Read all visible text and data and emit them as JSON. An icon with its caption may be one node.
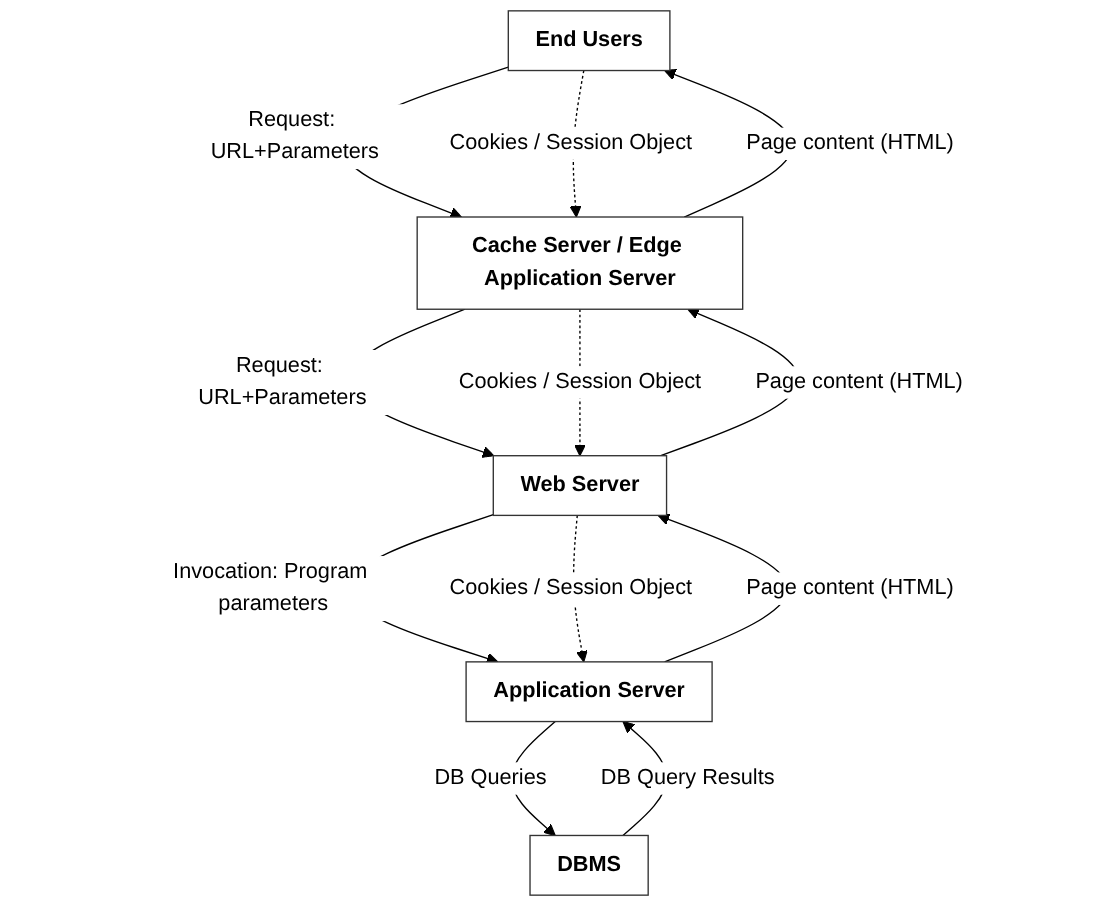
{
  "diagram": {
    "nodes": [
      {
        "text": [
          "End Users"
        ]
      },
      {
        "text": [
          "Cache Server / Edge Application Server"
        ]
      },
      {
        "text": [
          "Web Server"
        ]
      },
      {
        "text": [
          "Application Server"
        ]
      },
      {
        "text": [
          "DBMS"
        ]
      }
    ],
    "edges": [
      {
        "from": 0,
        "to": 1,
        "arrow": "to",
        "label": "Request: URL+Parameters"
      },
      {
        "from": 0,
        "to": 1,
        "arrow": "to",
        "label": "Cookies / Session Object",
        "style": "dashed"
      },
      {
        "from": 1,
        "to": 0,
        "arrow": "to",
        "label": "Page content (HTML)"
      },
      {
        "from": 1,
        "to": 2,
        "arrow": "to",
        "label": "Request: URL+Parameters"
      },
      {
        "from": 1,
        "to": 2,
        "arrow": "to",
        "label": "Cookies / Session Object",
        "style": "dashed"
      },
      {
        "from": 2,
        "to": 1,
        "arrow": "to",
        "label": "Page content (HTML)"
      },
      {
        "from": 2,
        "to": 3,
        "arrow": "to",
        "label": "Invocation: Program parameters"
      },
      {
        "from": 2,
        "to": 3,
        "arrow": "to",
        "label": "Cookies / Session Object",
        "style": "dashed"
      },
      {
        "from": 3,
        "to": 2,
        "arrow": "to",
        "label": "Page content (HTML)"
      },
      {
        "from": 3,
        "to": 4,
        "arrow": "to",
        "label": "DB Queries"
      },
      {
        "from": 4,
        "to": 3,
        "arrow": "to",
        "label": "DB Query Results"
      }
    ]
  }
}
